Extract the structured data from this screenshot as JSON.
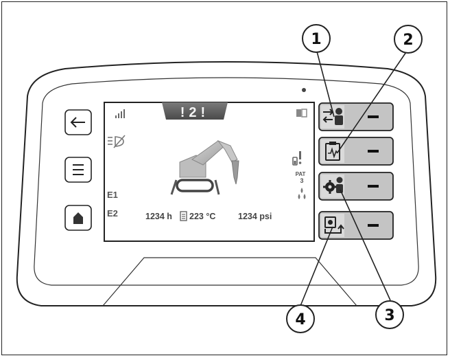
{
  "screen": {
    "top_badge": "!2!",
    "e1": "E1",
    "e2": "E2",
    "hours": "1234 h",
    "temperature": "223 °C",
    "pressure": "1234 psi",
    "pat_label": "PAT",
    "pat_value": "3"
  },
  "side_buttons": [
    {
      "icon": "arrow-left-icon"
    },
    {
      "icon": "menu-icon"
    },
    {
      "icon": "home-icon"
    }
  ],
  "softkeys": [
    {
      "icon": "operator-swap-icon",
      "label": "−"
    },
    {
      "icon": "diagnostic-clipboard-icon",
      "label": "−"
    },
    {
      "icon": "operator-settings-icon",
      "label": "−"
    },
    {
      "icon": "remote-connect-icon",
      "label": "−"
    }
  ],
  "callouts": [
    "1",
    "2",
    "3",
    "4"
  ]
}
